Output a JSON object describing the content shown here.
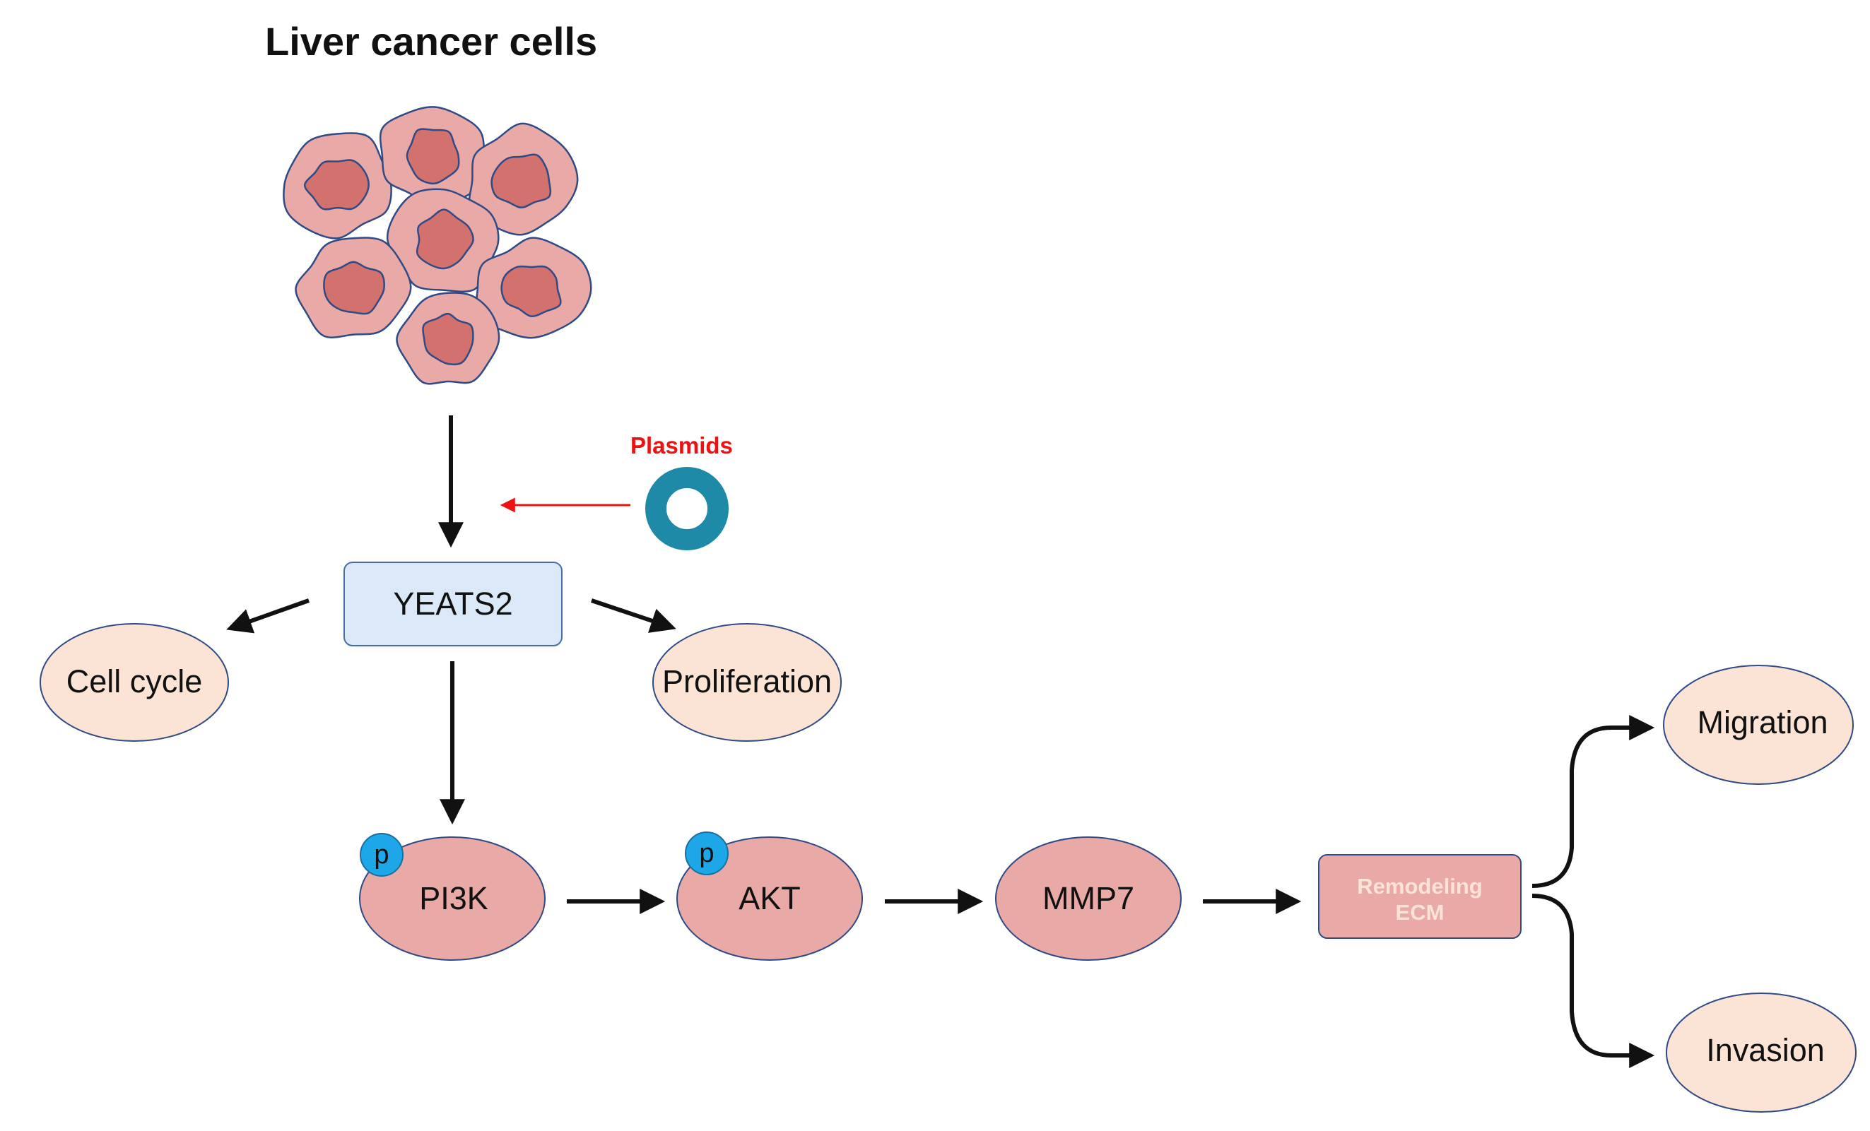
{
  "title": "Liver cancer cells",
  "plasmid_label": "Plasmids",
  "nodes": {
    "yeats2": "YEATS2",
    "cell_cycle": "Cell cycle",
    "proliferation": "Proliferation",
    "pi3k": "PI3K",
    "akt": "AKT",
    "mmp7": "MMP7",
    "remodeling_line1": "Remodeling",
    "remodeling_line2": "ECM",
    "migration": "Migration",
    "invasion": "Invasion"
  },
  "phospho_label": "p",
  "colors": {
    "cell_body": "#e8a9a7",
    "cell_nucleus": "#d2716d",
    "cell_outline": "#2f4a86",
    "protein_fill": "#e8a9a7",
    "outcome_fill": "#fbe4d5",
    "yeats2_fill": "#dae8f7",
    "yeats2_stroke": "#4a6fa8",
    "plasmid_ring": "#1e8aa8",
    "phospho_fill": "#1ea7e8",
    "plasmid_text": "#ee1111",
    "remodeling_text": "#fbe4d5",
    "arrow": "#111111",
    "plasmid_arrow": "#ee1111"
  }
}
